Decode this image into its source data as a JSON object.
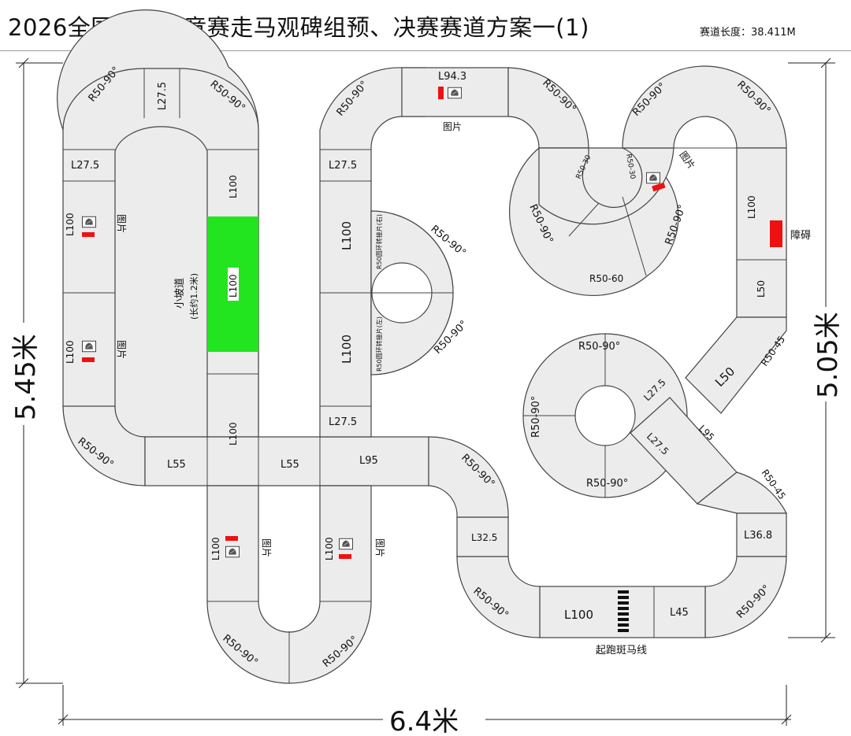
{
  "title": "2026全国智能车竞赛走马观碑组预、决赛赛道方案一(1)",
  "track_length": "赛道长度：38.411M",
  "dimensions": {
    "height_left": "5.45米",
    "height_right": "5.05米",
    "width_bottom": "6.4米"
  },
  "colors": {
    "track": "#ececec",
    "ramp": "#22e51f",
    "obstacle": "#ee1111",
    "line": "#444444"
  },
  "labels": {
    "r50_90": "R50-90°",
    "r50_60": "R50-60",
    "r50_30": "R50-30",
    "r50_45": "R50-45",
    "l27_5": "L27.5",
    "l100": "L100",
    "l55": "L55",
    "l95": "L95",
    "l94_3": "L94.3",
    "l50": "L50",
    "l32_5": "L32.5",
    "l36_8": "L36.8",
    "l45": "L45",
    "picture": "图片",
    "obstacle": "障碍",
    "ramp": "小坡道",
    "ramp_note": "(长约1.2米)",
    "roundabout_right": "R50圆环转接片(右)",
    "roundabout_left": "R50圆环转接片(左)",
    "start_line": "起跑斑马线"
  },
  "icons": [
    "stele-picture-icon",
    "obstacle-block-icon",
    "zebra-start-line-icon"
  ]
}
